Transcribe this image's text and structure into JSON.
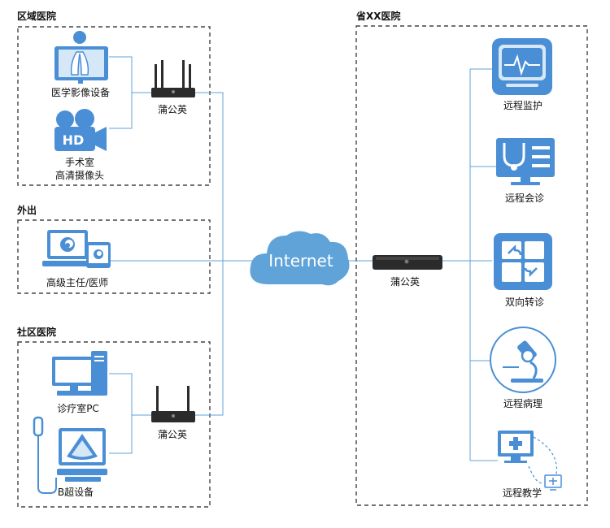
{
  "groups": {
    "regional": "区域医院",
    "outside": "外出",
    "community": "社区医院",
    "provincial": "省XX医院"
  },
  "devices": {
    "imaging": "医学影像设备",
    "camera_line1": "手术室",
    "camera_line2": "高清摄像头",
    "director": "高级主任/医师",
    "pc": "诊疗室PC",
    "ultrasound": "B超设备",
    "router_regional": "蒲公英",
    "router_community": "蒲公英",
    "router_provincial": "蒲公英"
  },
  "cloud": {
    "label": "Internet"
  },
  "services": {
    "monitor": "远程监护",
    "consult": "远程会诊",
    "referral": "双向转诊",
    "pathology": "远程病理",
    "teaching": "远程教学"
  },
  "icons": {
    "camera_badge": "HD"
  },
  "colors": {
    "icon_blue": "#4a8fd6",
    "icon_light": "#d6e8f8",
    "line_blue": "#5fa3d9",
    "router_dark": "#2b2b2b",
    "dash_border": "#444444"
  }
}
